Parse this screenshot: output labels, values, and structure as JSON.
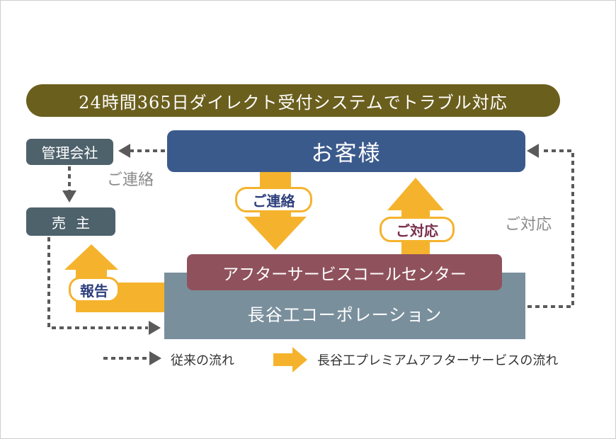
{
  "banner": {
    "text": "24時間365日ダイレクト受付システムでトラブル対応"
  },
  "nodes": {
    "customer": "お客様",
    "management": "管理会社",
    "seller": "売主",
    "hasegawa": "長谷工コーポレーション",
    "after_center": "アフターサービスコールセンター"
  },
  "labels": {
    "contact_orange": "ご連絡",
    "response_orange": "ご対応",
    "report_orange": "報告",
    "contact_gray": "ご連絡",
    "response_gray": "ご対応"
  },
  "legend": {
    "dotted": "従来の流れ",
    "arrow": "長谷工プレミアムアフターサービスの流れ"
  },
  "colors": {
    "banner": "#6b5f1e",
    "customer": "#3b5a8c",
    "gray_box": "#4e626c",
    "hasegawa": "#7a8f9c",
    "after_center": "#8f525c",
    "orange_arrow": "#f5b32d",
    "dotted_line": "#5a5a5a"
  }
}
